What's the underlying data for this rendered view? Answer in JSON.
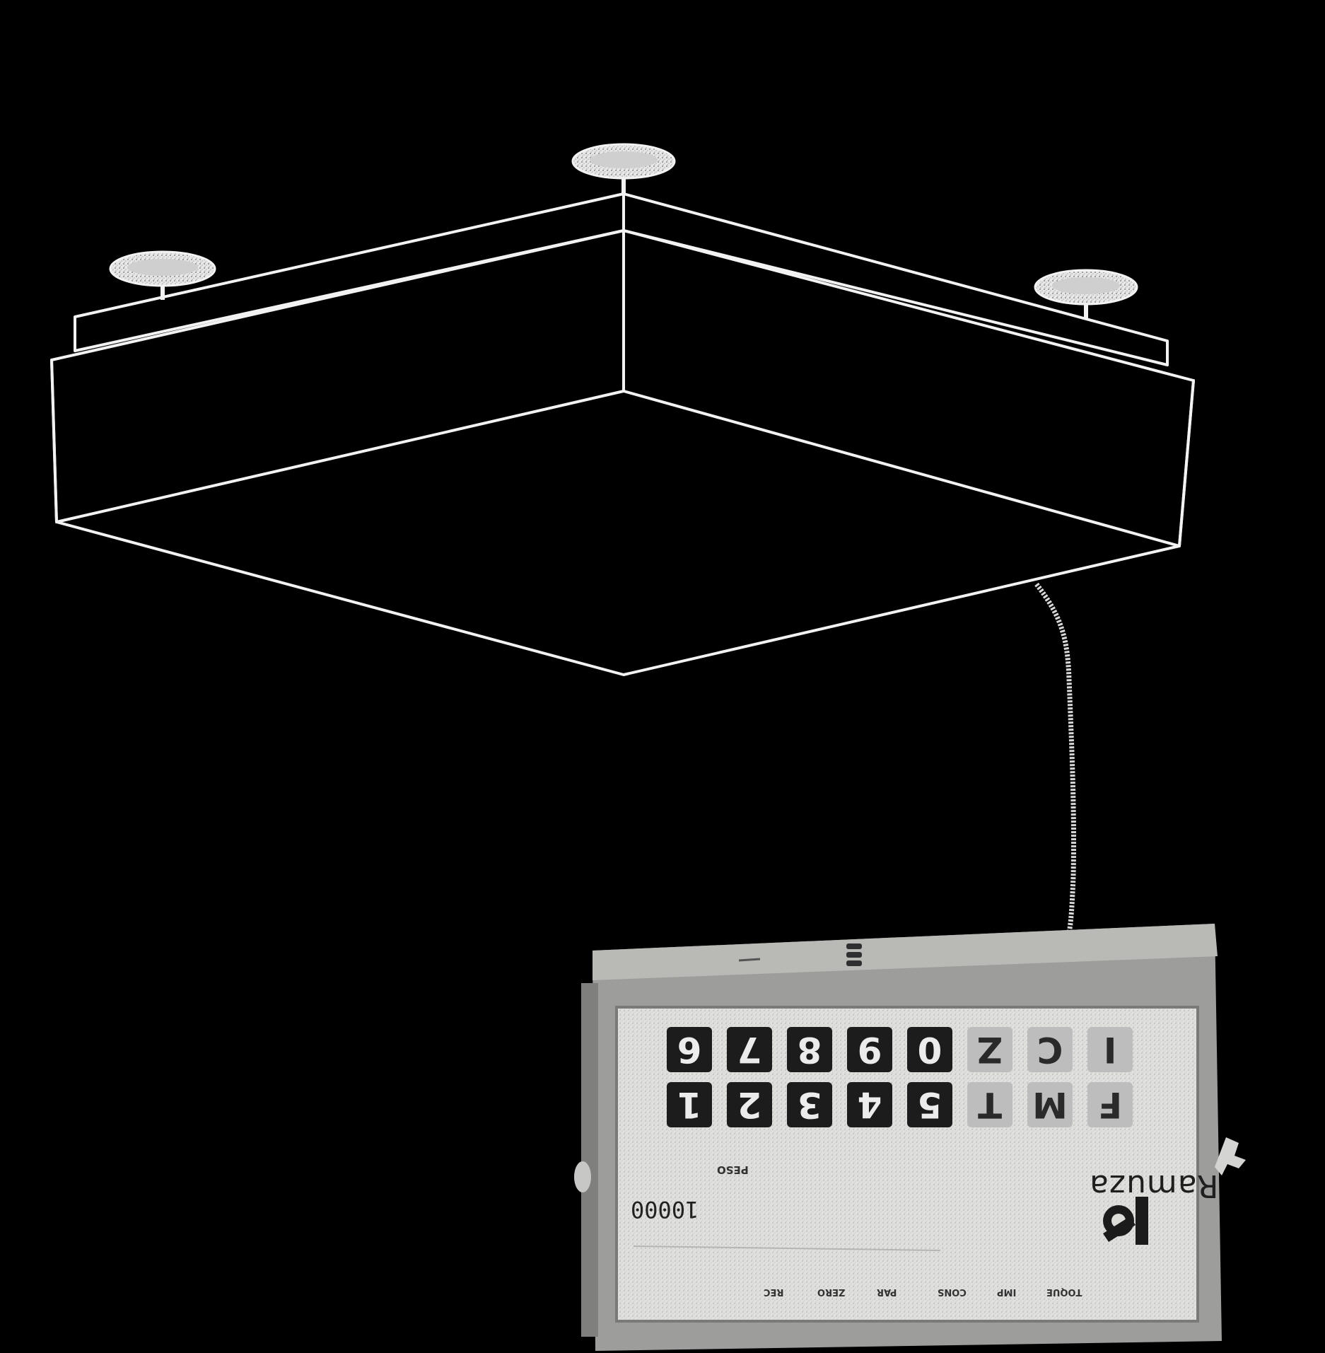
{
  "colors": {
    "background": "#000000",
    "line_drawing": "#f2f2f2",
    "panel_face": "#d9d9d6",
    "key_dark": "#1c1c1c",
    "key_light": "#bdbdbd"
  },
  "indicator": {
    "brand": "Ramuza",
    "panel_number": "10000",
    "weight_label": "PESO",
    "keys_top_row": [
      "6",
      "7",
      "8",
      "9",
      "0",
      "Z",
      "C",
      "I"
    ],
    "keys_bottom_row": [
      "1",
      "2",
      "3",
      "4",
      "5",
      "T",
      "M",
      "F"
    ],
    "bottom_labels": [
      "REC",
      "ZERO",
      "PAR",
      "CONS",
      "IMP",
      "TOQUE"
    ],
    "icons": [
      "scale-platform-icon",
      "leveling-foot-icon",
      "cable-icon",
      "ramuza-logo-icon"
    ]
  }
}
